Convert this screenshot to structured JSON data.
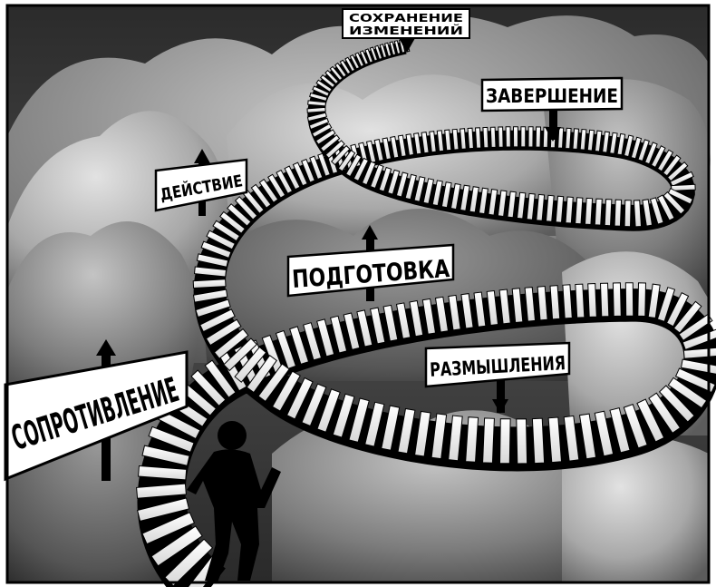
{
  "illustration": {
    "signs": {
      "resistance": "СОПРОТИВЛЕНИЕ",
      "action": "ДЕЙСТВИЕ",
      "preparation": "ПОДГОТОВКА",
      "reflection": "РАЗМЫШЛЕНИЯ",
      "completion": "ЗАВЕРШЕНИЕ",
      "maintenance_line1": "СОХРАНЕНИЕ",
      "maintenance_line2": "ИЗМЕНЕНИЙ"
    }
  },
  "colors": {
    "ink": "#000000",
    "paper": "#ffffff",
    "sky_dark": "#3a3a3a",
    "mountain_light": "#c9c9c9",
    "mountain_mid": "#8c8c8c",
    "mountain_dark": "#4e4e4e"
  },
  "icons": {
    "figure": "climbing-person-silhouette",
    "sign_post": "arrow-post"
  }
}
